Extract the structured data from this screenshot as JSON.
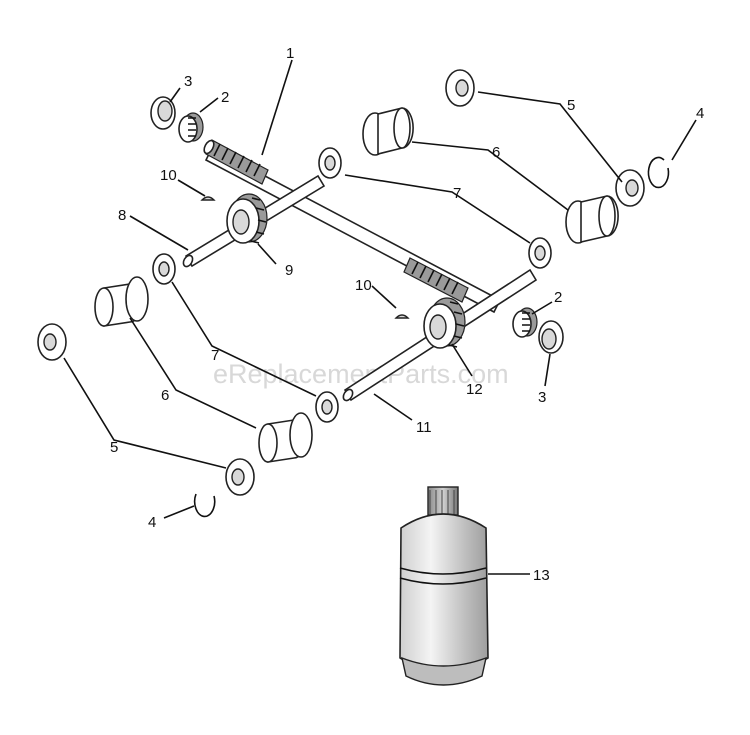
{
  "watermark": "eReplacementParts.com",
  "callouts": {
    "c1": "1",
    "c2a": "2",
    "c2b": "2",
    "c3a": "3",
    "c3b": "3",
    "c4a": "4",
    "c4b": "4",
    "c5a": "5",
    "c5b": "5",
    "c6a": "6",
    "c6b": "6",
    "c7a": "7",
    "c7b": "7",
    "c8": "8",
    "c9": "9",
    "c10a": "10",
    "c10b": "10",
    "c11": "11",
    "c12": "12",
    "c13": "13"
  }
}
